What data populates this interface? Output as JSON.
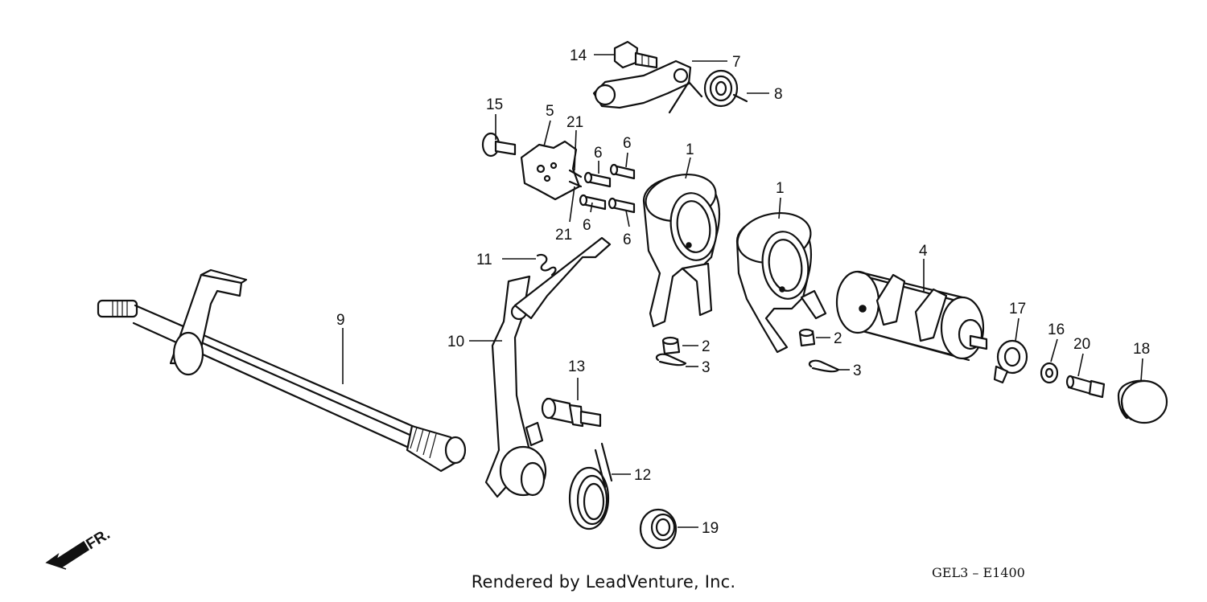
{
  "diagram": {
    "callouts": {
      "c1a": "1",
      "c1b": "1",
      "c2a": "2",
      "c2b": "2",
      "c3a": "3",
      "c3b": "3",
      "c4": "4",
      "c5": "5",
      "c6a": "6",
      "c6b": "6",
      "c6c": "6",
      "c6d": "6",
      "c7": "7",
      "c8": "8",
      "c9": "9",
      "c10": "10",
      "c11": "11",
      "c12": "12",
      "c13": "13",
      "c14": "14",
      "c15": "15",
      "c16": "16",
      "c17": "17",
      "c18": "18",
      "c19": "19",
      "c20": "20",
      "c21a": "21",
      "c21b": "21"
    },
    "front_marker": "FR.",
    "diagram_code": "GEL3 – E1400",
    "footer": "Rendered by LeadVenture, Inc."
  }
}
